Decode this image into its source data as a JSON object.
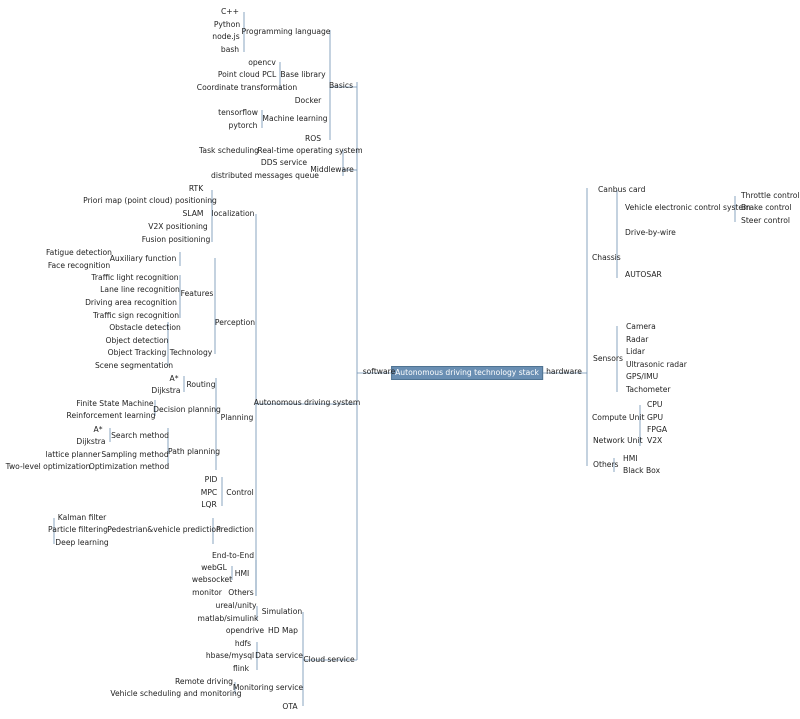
{
  "colors": {
    "line": "#6d8fb0",
    "root_fill": "#6a8fb3"
  },
  "root": "Autonomous driving technology stack",
  "branches": {
    "software": "software",
    "hardware": "hardware",
    "basics": "Basics",
    "programming_language": "Programming language",
    "cpp": "C++",
    "python": "Python",
    "nodejs": "node.js",
    "bash": "bash",
    "base_library": "Base library",
    "opencv": "opencv",
    "point_cloud_pcl": "Point cloud PCL",
    "coordinate_transformation": "Coordinate transformation",
    "docker": "Docker",
    "machine_learning": "Machine learning",
    "tensorflow": "tensorflow",
    "pytorch": "pytorch",
    "ros": "ROS",
    "middleware": "Middleware",
    "rtos": "Real-time operating system",
    "task_scheduling": "Task scheduling",
    "dds": "DDS service",
    "dmq": "distributed messages queue",
    "ads": "Autonomous driving system",
    "localization": "localization",
    "rtk": "RTK",
    "prior_map": "Priori map (point cloud) positioning",
    "slam": "SLAM",
    "v2x_positioning": "V2X positioning",
    "fusion_positioning": "Fusion positioning",
    "perception": "Perception",
    "auxiliary_function": "Auxiliary function",
    "fatigue_detection": "Fatigue detection",
    "face_recognition": "Face recognition",
    "features": "Features",
    "traffic_light": "Traffic light recognition",
    "lane_line": "Lane line recognition",
    "driving_area": "Driving area recognition",
    "traffic_sign": "Traffic sign recognition",
    "technology": "Technology",
    "obstacle_detection": "Obstacle detection",
    "object_detection": "Object detection",
    "object_tracking": "Object Tracking",
    "scene_segmentation": "Scene segmentation",
    "planning": "Planning",
    "routing": "Routing",
    "astar1": "A*",
    "dijkstra1": "Dijkstra",
    "decision_planning": "Decision planning",
    "fsm": "Finite State Machine",
    "rl": "Reinforcement learning",
    "path_planning": "Path planning",
    "search_method": "Search method",
    "astar2": "A*",
    "dijkstra2": "Dijkstra",
    "sampling_method": "Sampling method",
    "lattice": "lattice planner",
    "optimization_method": "Optimization method",
    "two_level": "Two-level optimization",
    "control": "Control",
    "pid": "PID",
    "mpc": "MPC",
    "lqr": "LQR",
    "prediction": "Prediction",
    "ped_pred": "Pedestrian&vehicle prediction",
    "kalman": "Kalman filter",
    "particle": "Particle filtering",
    "deep_learning": "Deep learning",
    "e2e": "End-to-End",
    "hmi_sw": "HMI",
    "webgl": "webGL",
    "websocket": "websocket",
    "others_sw": "Others",
    "monitor": "monitor",
    "cloud": "Cloud service",
    "simulation": "Simulation",
    "unreal": "ureal/unity",
    "matlab": "matlab/simulink",
    "hdmap": "HD Map",
    "opendrive": "opendrive",
    "data_service": "Data service",
    "hdfs": "hdfs",
    "hbase": "hbase/mysql",
    "flink": "flink",
    "monitoring": "Monitoring service",
    "remote_driving": "Remote driving",
    "vsm": "Vehicle scheduling and monitoring",
    "ota": "OTA",
    "chassis": "Chassis",
    "canbus": "Canbus card",
    "vecs": "Vehicle electronic control system",
    "throttle": "Throttle control",
    "brake": "Brake control",
    "steer": "Steer control",
    "dbw": "Drive-by-wire",
    "autosar": "AUTOSAR",
    "sensors": "Sensors",
    "camera": "Camera",
    "radar": "Radar",
    "lidar": "Lidar",
    "ultrasonic": "Ultrasonic radar",
    "gps": "GPS/IMU",
    "tachometer": "Tachometer",
    "compute_unit": "Compute Unit",
    "cpu": "CPU",
    "gpu": "GPU",
    "fpga": "FPGA",
    "network_unit": "Network Unit",
    "v2x": "V2X",
    "others_hw": "Others",
    "hmi_hw": "HMI",
    "blackbox": "Black Box"
  }
}
